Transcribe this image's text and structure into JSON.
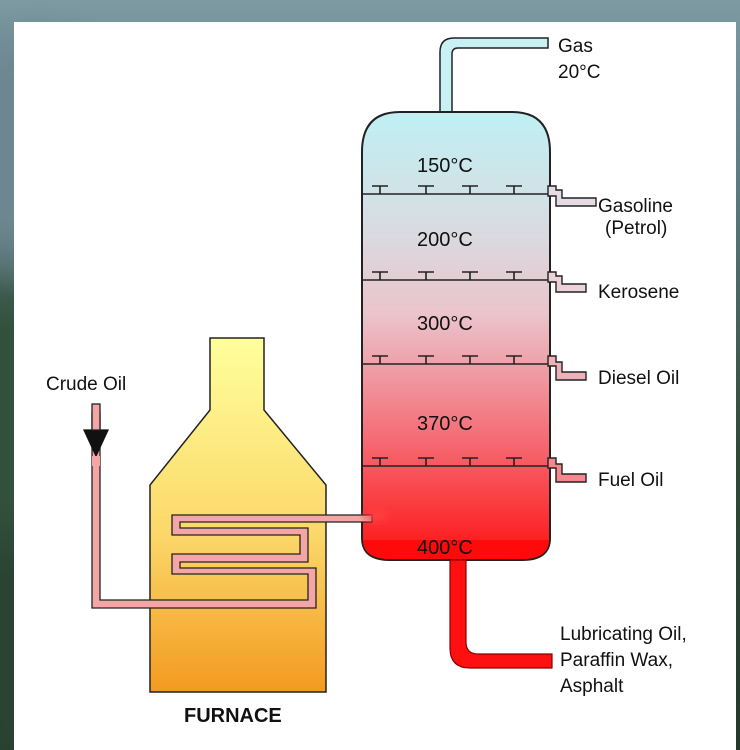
{
  "colors": {
    "column_top": "#bfeff2",
    "column_mid": "#e4c9d0",
    "column_bottom": "#ff1010",
    "furnace_top": "#ffff99",
    "furnace_bottom": "#f3a227",
    "pipe_pink": "#f4a6a6",
    "pipe_red": "#ff1010",
    "gas_pipe": "#c8f1f5"
  },
  "inputs": {
    "crude_oil": "Crude Oil"
  },
  "furnace": {
    "label": "FURNACE"
  },
  "column": {
    "temperatures": [
      "150°C",
      "200°C",
      "300°C",
      "370°C",
      "400°C"
    ]
  },
  "outputs": {
    "gas": {
      "name": "Gas",
      "temp": "20°C"
    },
    "gasoline": {
      "line1": "Gasoline",
      "line2": "(Petrol)"
    },
    "kerosene": "Kerosene",
    "diesel": "Diesel Oil",
    "fuel_oil": "Fuel Oil",
    "residue": {
      "line1": "Lubricating Oil,",
      "line2": "Paraffin Wax,",
      "line3": "Asphalt"
    }
  }
}
